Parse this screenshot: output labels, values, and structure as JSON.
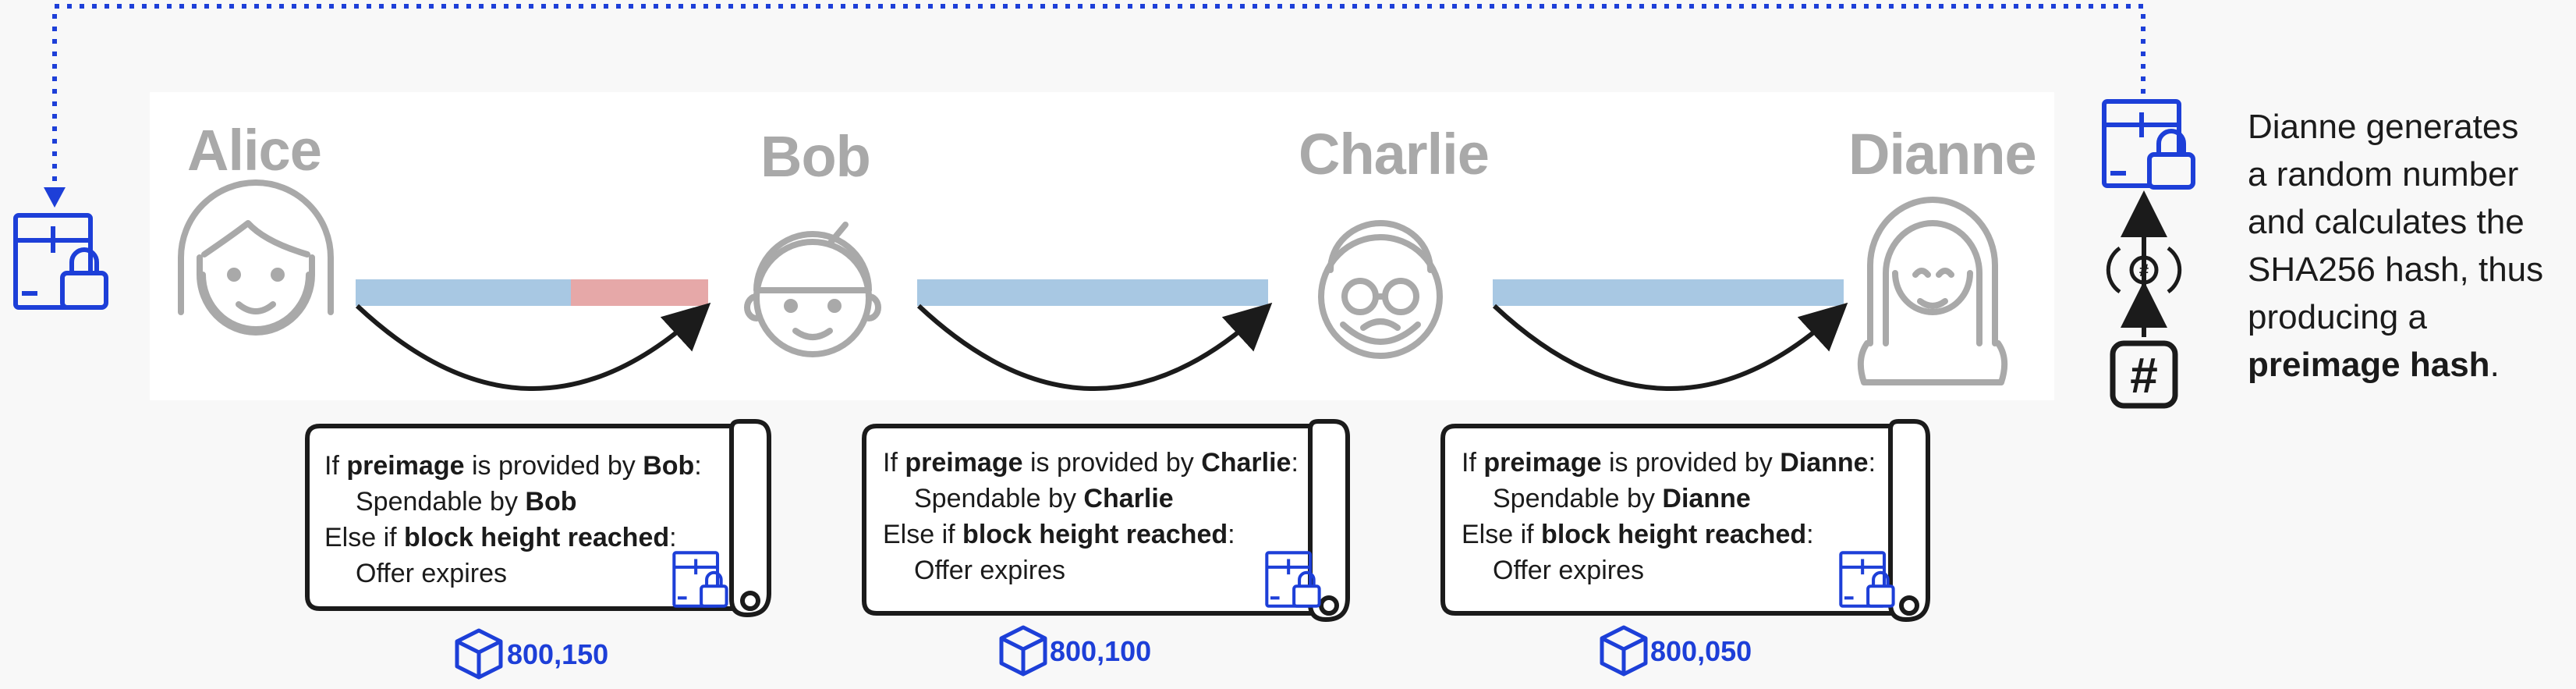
{
  "participants": [
    {
      "name": "Alice"
    },
    {
      "name": "Bob"
    },
    {
      "name": "Charlie"
    },
    {
      "name": "Dianne"
    }
  ],
  "description": {
    "line1": "Dianne generates",
    "line2": "a random number",
    "line3": "and calculates the",
    "line4": "SHA256 hash, thus",
    "line5": "producing a",
    "bold": "preimage hash",
    "end": "."
  },
  "contracts": [
    {
      "if_prefix": "If ",
      "if_word": "preimage",
      "if_mid": " is provided by ",
      "if_party": "Bob",
      "if_colon": ":",
      "spend_prefix": "Spendable by ",
      "spend_party": "Bob",
      "else_prefix": "Else if ",
      "else_bold": "block height reached",
      "else_colon": ":",
      "expires": "Offer expires",
      "block_height": "800,150"
    },
    {
      "if_prefix": "If ",
      "if_word": "preimage",
      "if_mid": " is provided by ",
      "if_party": "Charlie",
      "if_colon": ":",
      "spend_prefix": "Spendable by ",
      "spend_party": "Charlie",
      "else_prefix": "Else if ",
      "else_bold": "block height reached",
      "else_colon": ":",
      "expires": "Offer expires",
      "block_height": "800,100"
    },
    {
      "if_prefix": "If ",
      "if_word": "preimage",
      "if_mid": " is provided by ",
      "if_party": "Dianne",
      "if_colon": ":",
      "spend_prefix": "Spendable by ",
      "spend_party": "Dianne",
      "else_prefix": "Else if ",
      "else_bold": "block height reached",
      "else_colon": ":",
      "expires": "Offer expires",
      "block_height": "800,050"
    }
  ],
  "hash_symbol": "#",
  "hash_symbol_small": "#",
  "colors": {
    "accent": "#1d3fd8",
    "channel_blue": "#a8c8e3",
    "channel_red": "#e6a8a8",
    "person_gray": "#a9a9a9"
  },
  "icons": [
    "lockbox-icon",
    "person-icon",
    "arrow-icon",
    "scroll-icon",
    "block-icon",
    "hash-icon"
  ]
}
